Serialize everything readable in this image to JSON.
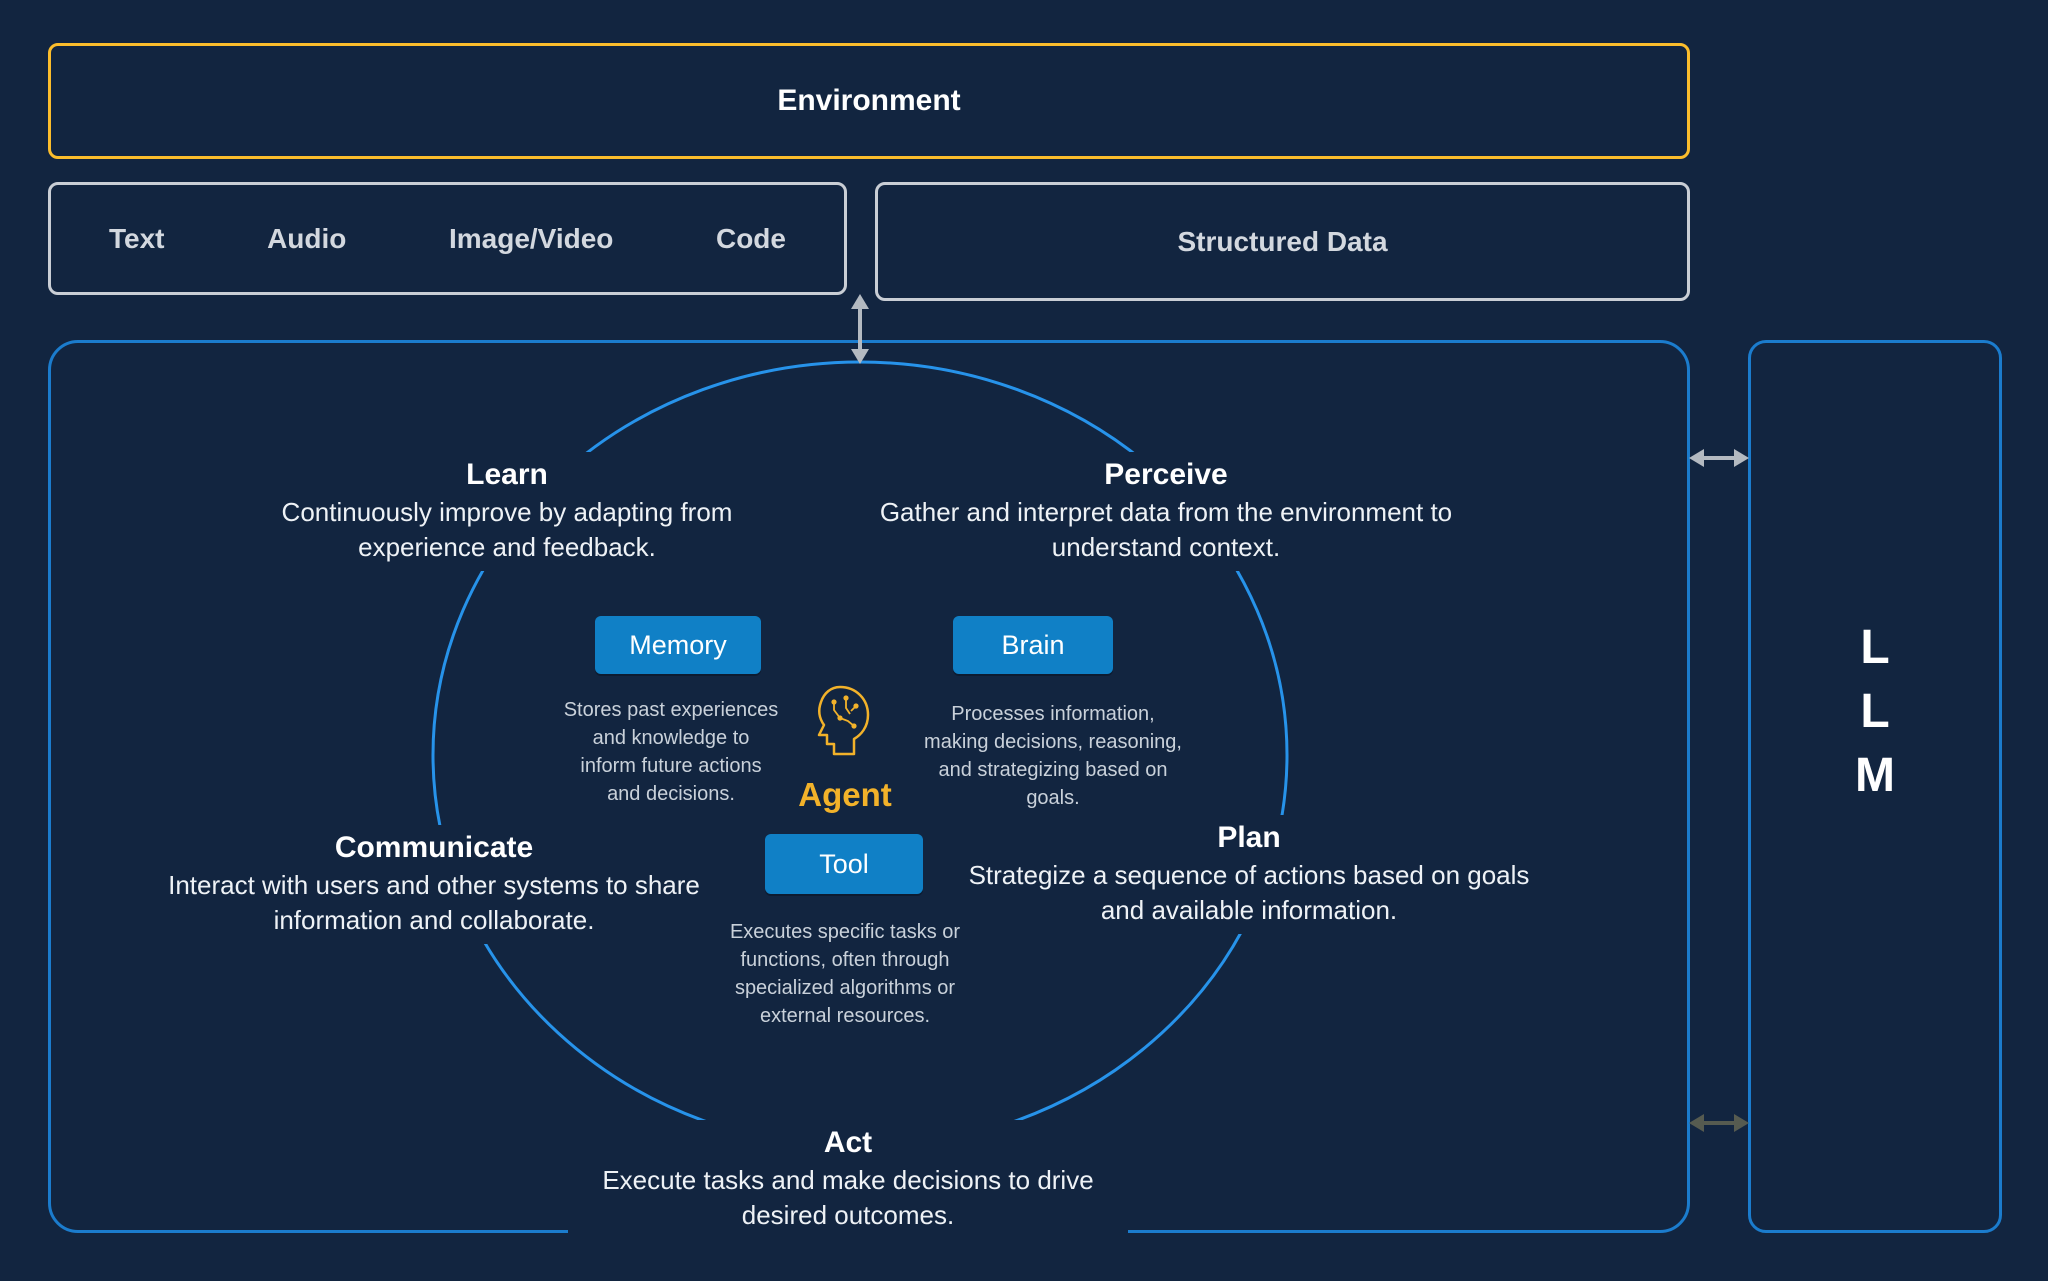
{
  "colors": {
    "background": "#122540",
    "gold": "#fbbd2c",
    "agent_gold": "#f2b22a",
    "box_border_gray": "#c9ced5",
    "panel_border_blue": "#1b7ccd",
    "circle_blue": "#2793ea",
    "component_blue": "#1080c6",
    "heading_text": "#ffffff",
    "body_text": "#eef2f6",
    "muted_text": "#c9d1da",
    "arrow_gray": "#b4bac1",
    "arrow_dark": "#565b50"
  },
  "environment": {
    "label": "Environment"
  },
  "inputs": {
    "modalities": [
      "Text",
      "Audio",
      "Image/Video",
      "Code"
    ],
    "structured_label": "Structured Data"
  },
  "agent_system": {
    "agent_label": "Agent",
    "capabilities": [
      {
        "title": "Learn",
        "lines": [
          "Continuously improve by adapting from",
          "experience and feedback."
        ]
      },
      {
        "title": "Perceive",
        "lines": [
          "Gather and interpret data from the environment to",
          "understand context."
        ]
      },
      {
        "title": "Communicate",
        "lines": [
          "Interact with users and other systems to share",
          "information and collaborate."
        ]
      },
      {
        "title": "Plan",
        "lines": [
          "Strategize a sequence of actions based on goals",
          "and available information."
        ]
      },
      {
        "title": "Act",
        "lines": [
          "Execute tasks and make decisions to drive",
          "desired outcomes."
        ]
      }
    ],
    "components": [
      {
        "label": "Memory",
        "lines": [
          "Stores past experiences",
          "and knowledge to",
          "inform future actions",
          "and decisions."
        ]
      },
      {
        "label": "Brain",
        "lines": [
          "Processes information,",
          "making decisions, reasoning,",
          "and strategizing based on",
          "goals."
        ]
      },
      {
        "label": "Tool",
        "lines": [
          "Executes specific tasks or",
          "functions, often through",
          "specialized algorithms or",
          "external resources."
        ]
      }
    ]
  },
  "llm": {
    "letters": [
      "L",
      "L",
      "M"
    ]
  },
  "icons": {
    "agent_head": "head-circuit-icon",
    "environment_link": "up-down-arrow-icon",
    "llm_link_top": "left-right-arrow-icon",
    "llm_link_bottom": "left-right-arrow-icon"
  }
}
